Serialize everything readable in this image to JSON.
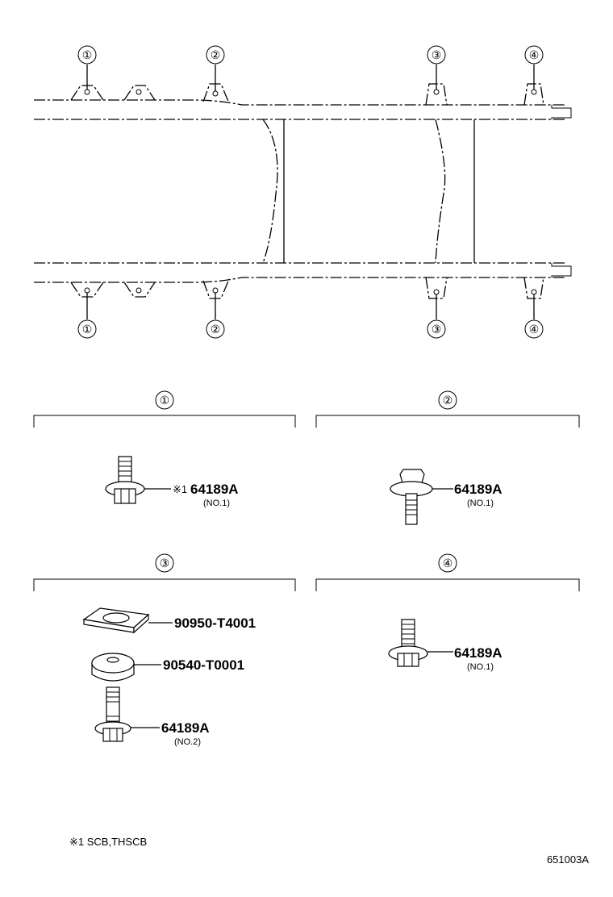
{
  "frame": {
    "callouts_top": [
      "①",
      "②",
      "③",
      "④"
    ],
    "callouts_bottom": [
      "①",
      "②",
      "③",
      "④"
    ]
  },
  "panels": [
    {
      "index": "①",
      "parts": [
        {
          "prefix": "※1",
          "part_no": "64189A",
          "note": "(NO.1)"
        }
      ]
    },
    {
      "index": "②",
      "parts": [
        {
          "prefix": "",
          "part_no": "64189A",
          "note": "(NO.1)"
        }
      ]
    },
    {
      "index": "③",
      "parts": [
        {
          "prefix": "",
          "part_no": "90950-T4001",
          "note": ""
        },
        {
          "prefix": "",
          "part_no": "90540-T0001",
          "note": ""
        },
        {
          "prefix": "",
          "part_no": "64189A",
          "note": "(NO.2)"
        }
      ]
    },
    {
      "index": "④",
      "parts": [
        {
          "prefix": "",
          "part_no": "64189A",
          "note": "(NO.1)"
        }
      ]
    }
  ],
  "footnote": "※1 SCB,THSCB",
  "figure_code": "651003A"
}
